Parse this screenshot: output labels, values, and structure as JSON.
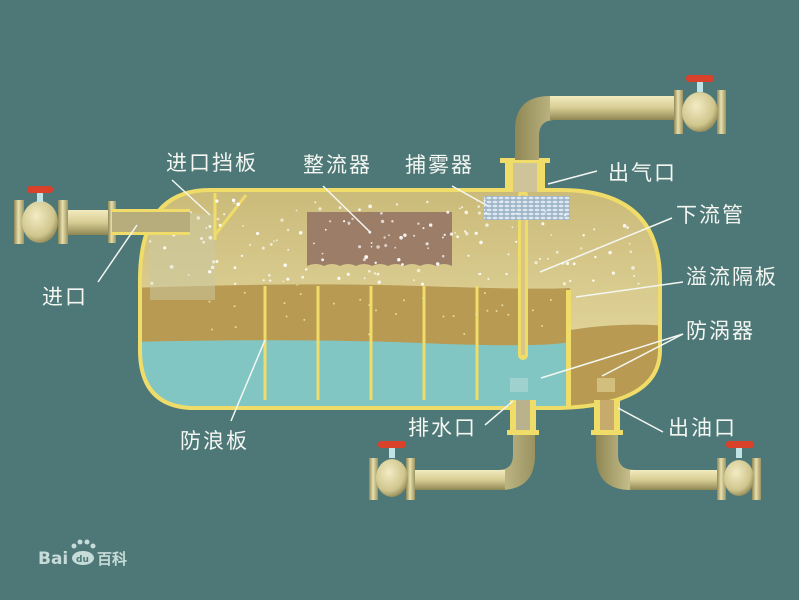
{
  "diagram": {
    "title": "三相分离器结构示意图",
    "background_color": "#4d7877",
    "vessel_shell_color": "#f0dc68",
    "gas_zone_color": "#e2d39a",
    "oil_color": "#b89a52",
    "water_color": "#82c6c4",
    "pipe_color": "#d8cf98",
    "valve_handle_color": "#d9412a",
    "labels": {
      "inlet": "进口",
      "inlet_baffle": "进口挡板",
      "flow_straightener": "整流器",
      "mist_extractor": "捕雾器",
      "gas_outlet": "出气口",
      "downcomer": "下流管",
      "overflow_weir": "溢流隔板",
      "vortex_breaker": "防涡器",
      "oil_outlet": "出油口",
      "water_outlet": "排水口",
      "wave_breaker": "防浪板"
    },
    "watermark": {
      "brand_latin": "Bai",
      "brand_mid": "du",
      "brand_cn": "百科"
    }
  }
}
